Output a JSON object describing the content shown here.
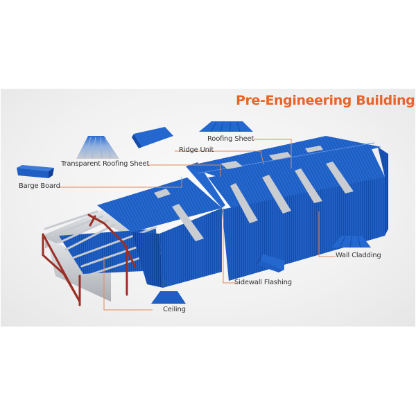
{
  "title": "Pre-Engineering Building",
  "colors": {
    "title": "#e8642a",
    "leader_line": "#e08a5a",
    "sheet_blue": "#1f5fc4",
    "sheet_blue_dark": "#123f96",
    "skylight": "#c9ccd0",
    "frame_red": "#9a2f25",
    "background": "#f1f1f1"
  },
  "labels": {
    "ridge_unit": "Ridge Unit",
    "roofing_sheet": "Roofing Sheet",
    "transparent_roofing_sheet": "Transparent Roofing Sheet",
    "barge_board": "Barge Board",
    "wall_cladding": "Wall Cladding",
    "sidewall_flashing": "Sidewall Flashing",
    "ceiling": "Ceiling"
  },
  "components": [
    {
      "id": "transparent-roofing-sheet",
      "icon": "transparent-roofing-sheet-icon"
    },
    {
      "id": "ridge-unit",
      "icon": "ridge-unit-icon"
    },
    {
      "id": "roofing-sheet",
      "icon": "roofing-sheet-icon"
    },
    {
      "id": "barge-board",
      "icon": "barge-board-icon"
    },
    {
      "id": "wall-cladding",
      "icon": "wall-cladding-icon"
    },
    {
      "id": "sidewall-flashing",
      "icon": "sidewall-flashing-icon"
    },
    {
      "id": "ceiling",
      "icon": "ceiling-icon"
    }
  ]
}
